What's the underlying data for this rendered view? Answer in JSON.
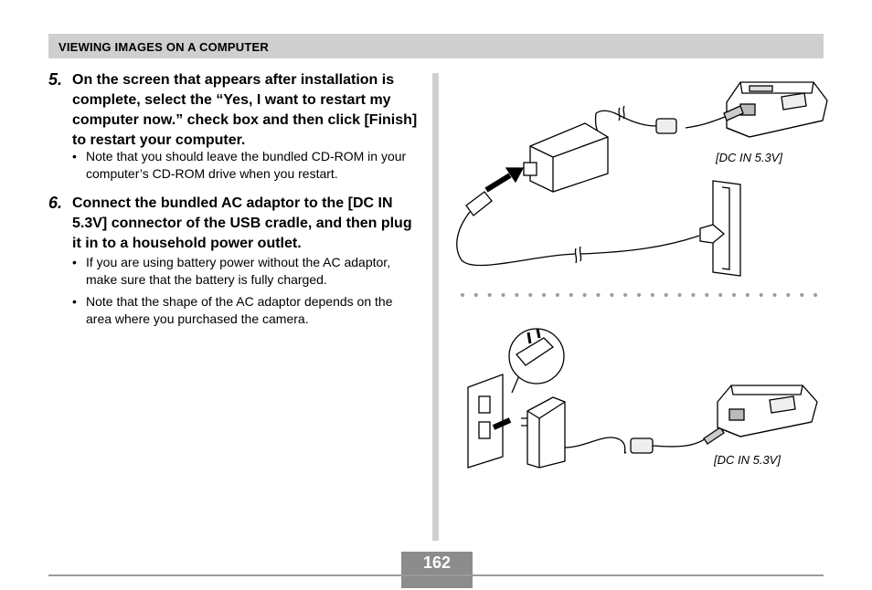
{
  "header": {
    "title": "VIEWING IMAGES ON A COMPUTER"
  },
  "steps": [
    {
      "number": "5.",
      "text": "On the screen that appears after installation is complete, select the “Yes, I want to restart my computer now.” check box and then click [Finish] to restart your computer.",
      "bullets": [
        "Note that you should leave the bundled CD-ROM in your computer’s CD-ROM drive when you restart."
      ]
    },
    {
      "number": "6.",
      "text": "Connect the bundled AC adaptor to the [DC IN 5.3V] connector of the USB cradle, and then plug it in to a household power outlet.",
      "bullets": [
        "If you are using battery power without the AC adaptor, make sure that the battery is fully charged.",
        "Note that the shape of the AC adaptor depends on the area where you purchased the camera."
      ]
    }
  ],
  "figures": {
    "top_label": "[DC IN 5.3V]",
    "bottom_label": "[DC IN 5.3V]"
  },
  "bullet_char": "•",
  "page_number": "162"
}
